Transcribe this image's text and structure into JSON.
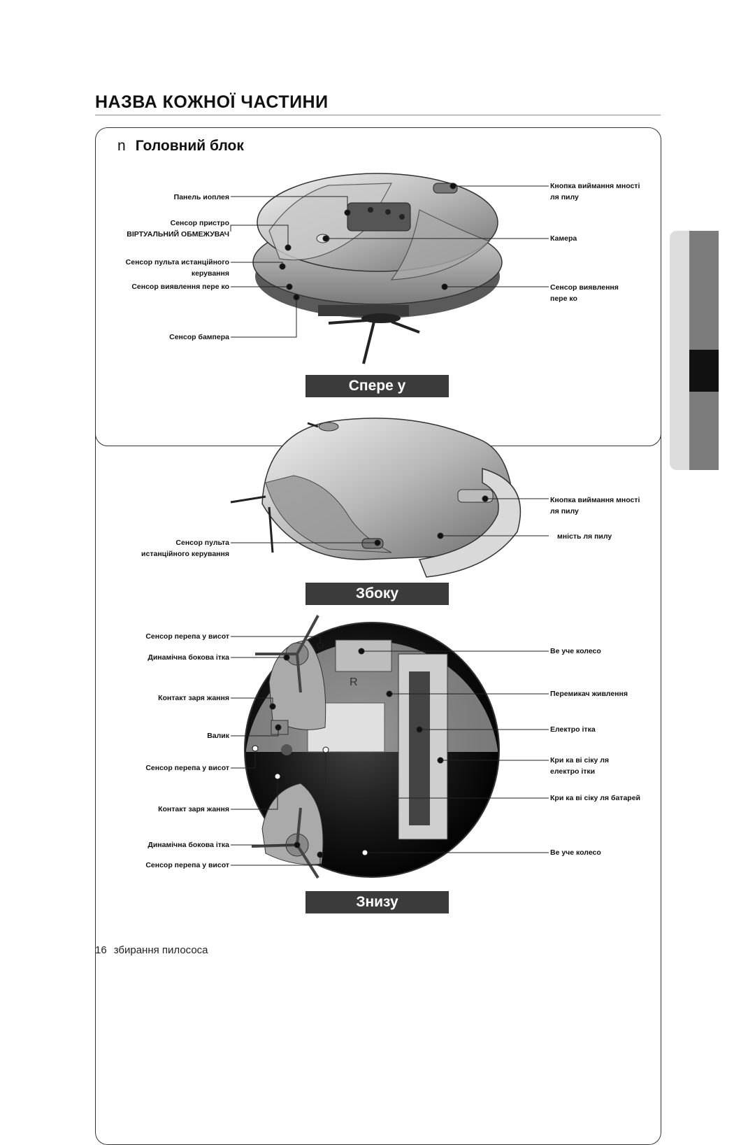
{
  "page": {
    "title": "НАЗВА КОЖНОЇ ЧАСТИНИ",
    "section_bullet": "n",
    "section_title": "Головний блок"
  },
  "views": {
    "front": "Спере у",
    "side": "Збоку",
    "bottom": "Знизу"
  },
  "labels_front": {
    "display_panel": "Панель иоплея",
    "virtual_guard_sensor": "Сенсор пристро\nВІРТУАЛЬНИЙ ОБМЕЖУВАЧ",
    "remote_sensor": "Сенсор пульта истанційного\nкерування",
    "obstacle_sensor_left": "Сенсор виявлення пере ко",
    "bumper_sensor": "Сенсор бампера",
    "dust_bin_button": "Кнопка виймання мності\nля пилу",
    "camera": "Камера",
    "obstacle_sensor_right": "Сенсор виявлення\nпере ко"
  },
  "labels_side": {
    "dust_bin_button": "Кнопка виймання мності\nля пилу",
    "dust_bin": "мність ля пилу",
    "remote_sensor": "Сенсор пульта\nистанційного керування"
  },
  "labels_bottom": {
    "cliff_sensor_1": "Сенсор перепа у висот",
    "side_brush_1": "Динамічна бокова ітка",
    "charge_contact_1": "Контакт заря жання",
    "roller": "Валик",
    "cliff_sensor_2": "Сенсор перепа у висот",
    "charge_contact_2": "Контакт заря жання",
    "side_brush_2": "Динамічна бокова ітка",
    "cliff_sensor_3": "Сенсор перепа у висот",
    "drive_wheel_1": "Ве уче колесо",
    "power_switch": "Перемикач живлення",
    "main_brush": "Електро ітка",
    "brush_cover": "Кри ка ві сіку ля\nелектро ітки",
    "battery_cover": "Кри ка ві сіку ля батарей",
    "drive_wheel_2": "Ве уче колесо"
  },
  "footer": {
    "page_number": "16",
    "chapter": "збирання пилососа"
  },
  "colors": {
    "band": "#3b3b3b",
    "tab_light": "#d9d9d9",
    "tab_mid": "#7a7a7a",
    "tab_dark": "#111111"
  }
}
